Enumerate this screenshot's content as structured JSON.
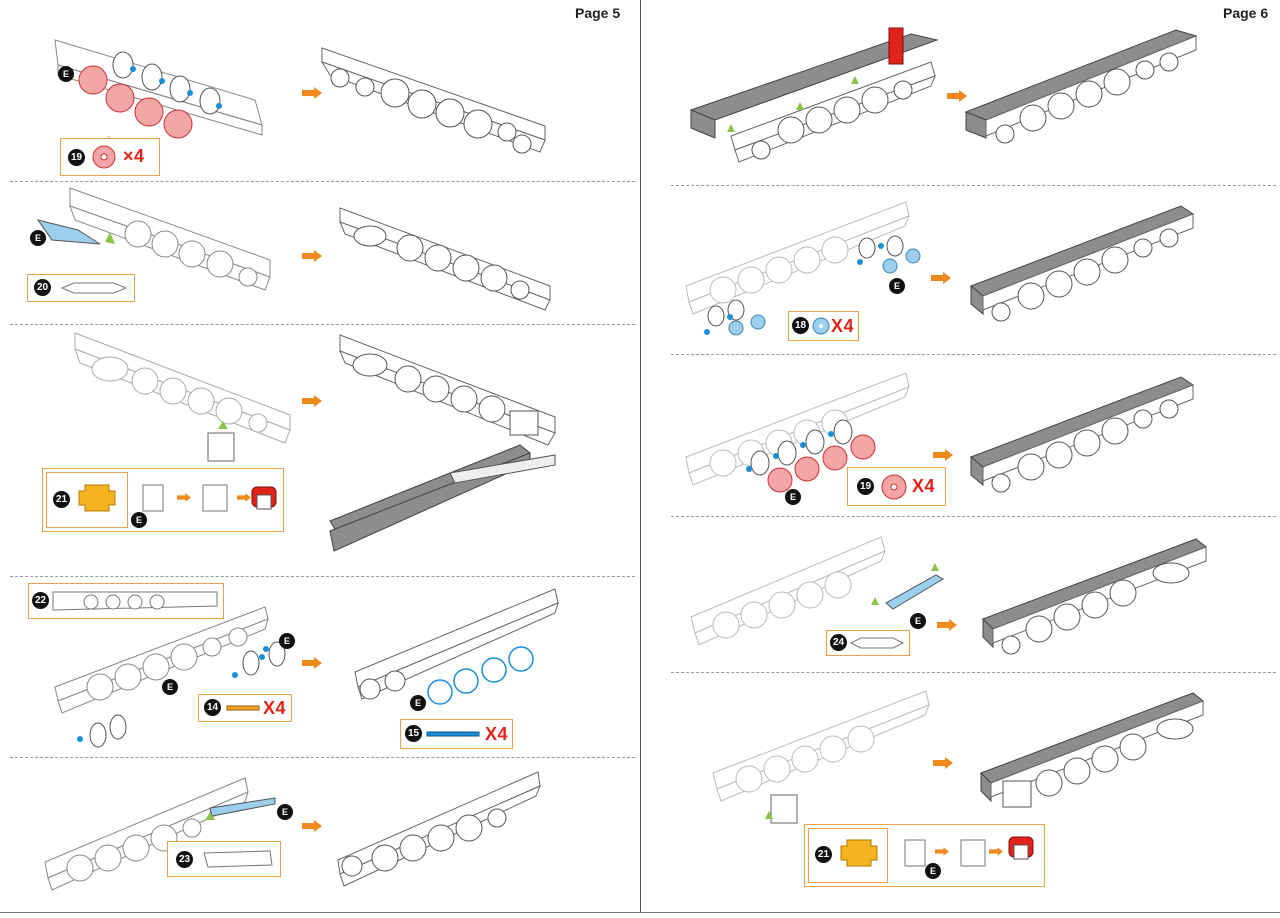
{
  "left_page": {
    "label": "Page 5"
  },
  "right_page": {
    "label": "Page 6"
  },
  "common": {
    "marker": "E"
  },
  "steps_left": [
    {
      "part": "19",
      "qty": "×4"
    },
    {
      "part": "20"
    },
    {
      "part": "21"
    },
    {
      "part": "22",
      "sub_parts": [
        {
          "part": "14",
          "qty": "X4"
        },
        {
          "part": "15",
          "qty": "X4"
        }
      ]
    },
    {
      "part": "23"
    }
  ],
  "steps_right": [
    {
      "part": ""
    },
    {
      "part": "18",
      "qty": "X4"
    },
    {
      "part": "19",
      "qty": "X4"
    },
    {
      "part": "24"
    },
    {
      "part": "21"
    }
  ],
  "colors": {
    "accent_orange": "#f08a1c",
    "callout_border": "#f0a24a",
    "part_pink": "#f08c8c",
    "part_blue": "#9ccfee",
    "part_yellow": "#f5b320",
    "part_red": "#e2231a",
    "marker_blue": "#1a8fd8"
  },
  "icons": [
    "arrow-right-icon",
    "wheel-icon",
    "marker-e-icon"
  ]
}
